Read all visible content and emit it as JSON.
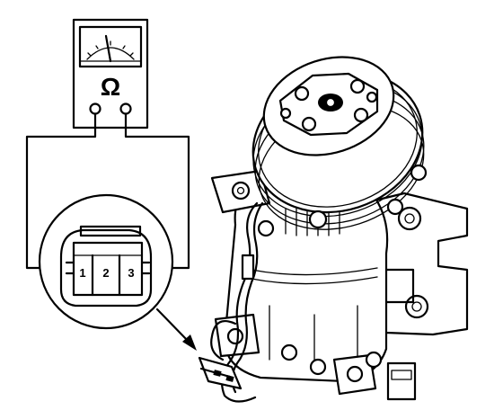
{
  "meter": {
    "symbol": "Ω"
  },
  "connector": {
    "terminals": [
      "1",
      "2",
      "3"
    ]
  }
}
